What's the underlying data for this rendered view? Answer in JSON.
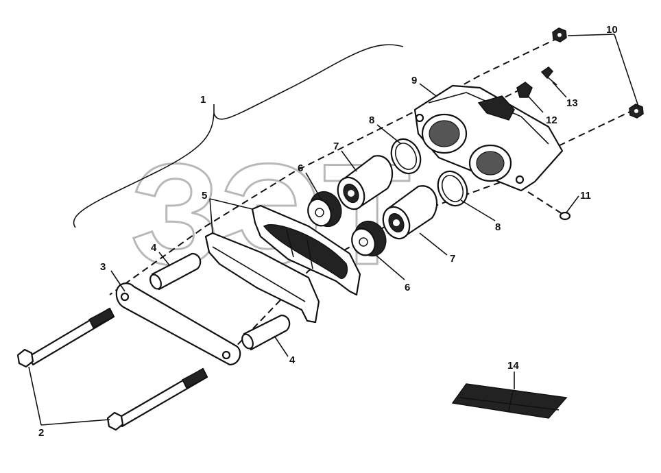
{
  "watermark": {
    "text": "ЗЭТ"
  },
  "callouts": {
    "c1": "1",
    "c2": "2",
    "c3": "3",
    "c4a": "4",
    "c4b": "4",
    "c5": "5",
    "c6a": "6",
    "c6b": "6",
    "c7a": "7",
    "c7b": "7",
    "c8a": "8",
    "c8b": "8",
    "c9": "9",
    "c10": "10",
    "c11": "11",
    "c12": "12",
    "c13": "13",
    "c14": "14"
  },
  "colors": {
    "line": "#111111",
    "watermark": "#b8b8b8",
    "background": "#ffffff"
  }
}
